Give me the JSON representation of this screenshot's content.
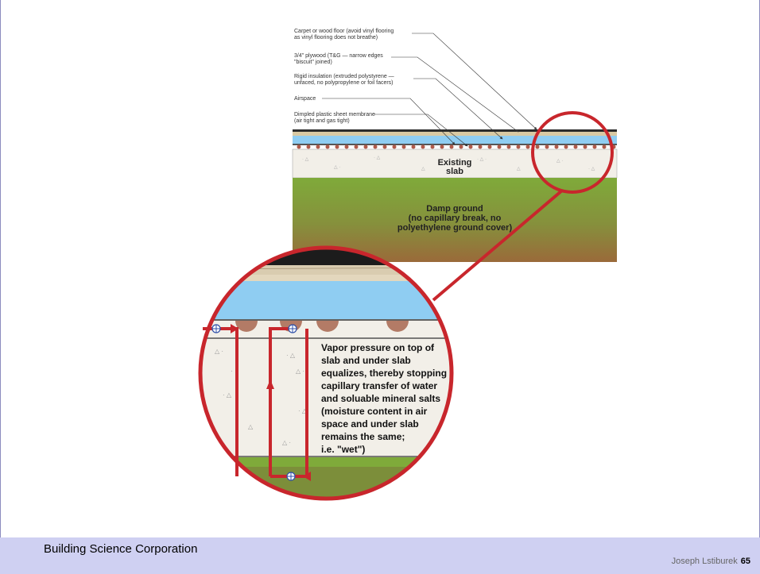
{
  "diagram": {
    "labels": [
      {
        "line1": "Carpet or wood floor (avoid vinyl flooring",
        "line2": "as vinyl flooring does not breathe)"
      },
      {
        "line1": "3/4\" plywood (T&G — narrow edges",
        "line2": "\"biscuit\" joined)"
      },
      {
        "line1": "Rigid insulation (extruded polystyrene —",
        "line2": "unfaced, no polypropylene or foil facers)"
      },
      {
        "line1": "Airspace",
        "line2": ""
      },
      {
        "line1": "Dimpled plastic sheet membrane",
        "line2": "(air tight and gas tight)"
      }
    ],
    "slab_label_1": "Existing",
    "slab_label_2": "slab",
    "ground_label": [
      "Damp ground",
      "(no capillary break, no",
      "polyethylene ground cover)"
    ],
    "zoom_note": [
      "Vapor pressure on top of",
      "slab and under slab",
      "equalizes, thereby stopping",
      "capillary transfer of water",
      "and soluable mineral salts",
      "(moisture content in air",
      "space and under slab",
      "remains the same;",
      "i.e. \"wet\")"
    ],
    "colors": {
      "insulation": "#8fcdf2",
      "slab": "#f2efe8",
      "ground_top": "#7faa3a",
      "ground_bottom": "#9a6a3a",
      "callout": "#c8262c"
    }
  },
  "footer": {
    "organization": "Building Science Corporation",
    "author": "Joseph Lstiburek",
    "page": "65"
  }
}
